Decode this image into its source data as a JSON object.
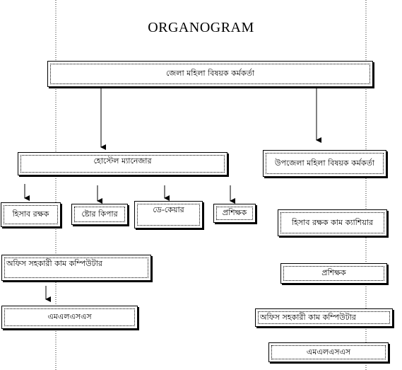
{
  "title": "ORGANOGRAM",
  "boxes": {
    "district_officer": "জেলা মহিলা বিষয়ক কর্মকর্তা",
    "home_manager": "হোস্টেল ম্যানেজার",
    "upazila_officer": "উপজেলা মহিলা বিষয়ক কর্মকর্তা",
    "accountant": "হিসাব রক্ষক",
    "store_keeper": "ষ্টোর কিপার",
    "daycare": "ডে-কেয়ার",
    "trainer_left": "প্রশিক্ষক",
    "accountant_cum": "হিসাব রক্ষক কাম ক্যাশিয়ার",
    "office_assistant_left": "অফিস সহকারী কাম কম্পিউটার",
    "trainer_right": "প্রশিক্ষক",
    "mlss_left": "এমএলএসএস",
    "office_assistant_right": "অফিস সহকারী কাম কম্পিউটার",
    "mlss_right": "এমএলএসএস"
  }
}
